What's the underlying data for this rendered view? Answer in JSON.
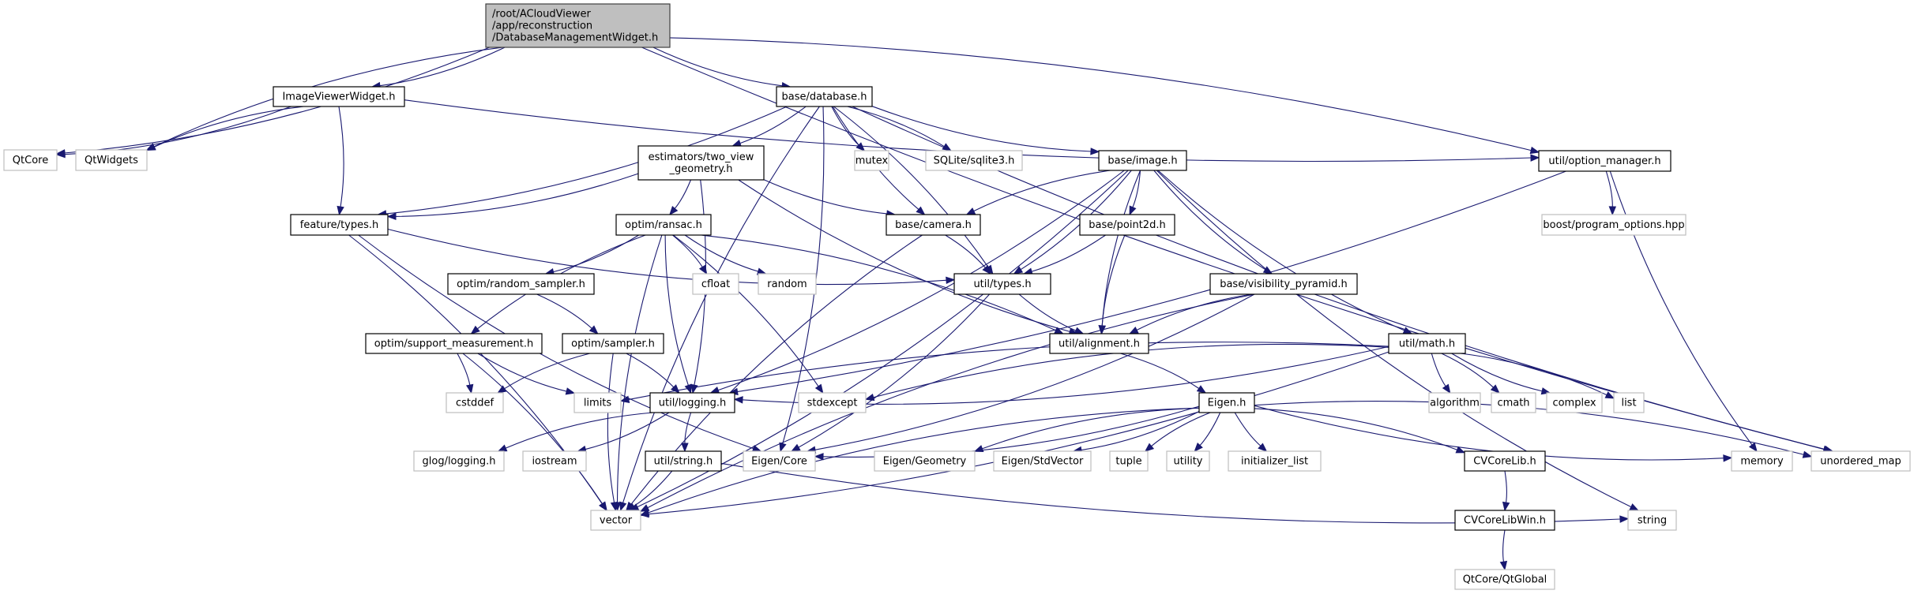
{
  "diagram": {
    "type": "include-dependency-graph",
    "colors": {
      "edge": "#191970",
      "root_fill": "#bfbfbf",
      "local_border": "#000000",
      "system_border": "#bfbfbf"
    },
    "root": "root",
    "nodes": [
      {
        "id": "root",
        "kind": "root",
        "lines": [
          "/root/ACloudViewer",
          "/app/reconstruction",
          "/DatabaseManagementWidget.h"
        ]
      },
      {
        "id": "imageviewer",
        "kind": "local",
        "lines": [
          "ImageViewerWidget.h"
        ]
      },
      {
        "id": "database",
        "kind": "local",
        "lines": [
          "base/database.h"
        ]
      },
      {
        "id": "qtcore",
        "kind": "system",
        "lines": [
          "QtCore"
        ]
      },
      {
        "id": "qtwidgets",
        "kind": "system",
        "lines": [
          "QtWidgets"
        ]
      },
      {
        "id": "twoview",
        "kind": "local",
        "lines": [
          "estimators/two_view",
          "_geometry.h"
        ]
      },
      {
        "id": "mutex",
        "kind": "system",
        "lines": [
          "mutex"
        ]
      },
      {
        "id": "sqlite",
        "kind": "system",
        "lines": [
          "SQLite/sqlite3.h"
        ]
      },
      {
        "id": "image",
        "kind": "local",
        "lines": [
          "base/image.h"
        ]
      },
      {
        "id": "optionmgr",
        "kind": "local",
        "lines": [
          "util/option_manager.h"
        ]
      },
      {
        "id": "featuretypes",
        "kind": "local",
        "lines": [
          "feature/types.h"
        ]
      },
      {
        "id": "ransac",
        "kind": "local",
        "lines": [
          "optim/ransac.h"
        ]
      },
      {
        "id": "camera",
        "kind": "local",
        "lines": [
          "base/camera.h"
        ]
      },
      {
        "id": "point2d",
        "kind": "local",
        "lines": [
          "base/point2d.h"
        ]
      },
      {
        "id": "boostpo",
        "kind": "system",
        "lines": [
          "boost/program_options.hpp"
        ]
      },
      {
        "id": "randomsampler",
        "kind": "local",
        "lines": [
          "optim/random_sampler.h"
        ]
      },
      {
        "id": "cfloat",
        "kind": "system",
        "lines": [
          "cfloat"
        ]
      },
      {
        "id": "random",
        "kind": "system",
        "lines": [
          "random"
        ]
      },
      {
        "id": "utiltypes",
        "kind": "local",
        "lines": [
          "util/types.h"
        ]
      },
      {
        "id": "vispyramid",
        "kind": "local",
        "lines": [
          "base/visibility_pyramid.h"
        ]
      },
      {
        "id": "supportmeas",
        "kind": "local",
        "lines": [
          "optim/support_measurement.h"
        ]
      },
      {
        "id": "sampler",
        "kind": "local",
        "lines": [
          "optim/sampler.h"
        ]
      },
      {
        "id": "alignment",
        "kind": "local",
        "lines": [
          "util/alignment.h"
        ]
      },
      {
        "id": "math",
        "kind": "local",
        "lines": [
          "util/math.h"
        ]
      },
      {
        "id": "cstddef",
        "kind": "system",
        "lines": [
          "cstddef"
        ]
      },
      {
        "id": "limits",
        "kind": "system",
        "lines": [
          "limits"
        ]
      },
      {
        "id": "logging",
        "kind": "local",
        "lines": [
          "util/logging.h"
        ]
      },
      {
        "id": "stdexcept",
        "kind": "system",
        "lines": [
          "stdexcept"
        ]
      },
      {
        "id": "algorithm",
        "kind": "system",
        "lines": [
          "algorithm"
        ]
      },
      {
        "id": "cmath",
        "kind": "system",
        "lines": [
          "cmath"
        ]
      },
      {
        "id": "complex",
        "kind": "system",
        "lines": [
          "complex"
        ]
      },
      {
        "id": "list",
        "kind": "system",
        "lines": [
          "list"
        ]
      },
      {
        "id": "eigen",
        "kind": "local",
        "lines": [
          "Eigen.h"
        ]
      },
      {
        "id": "glog",
        "kind": "system",
        "lines": [
          "glog/logging.h"
        ]
      },
      {
        "id": "iostream",
        "kind": "system",
        "lines": [
          "iostream"
        ]
      },
      {
        "id": "utilstring",
        "kind": "local",
        "lines": [
          "util/string.h"
        ]
      },
      {
        "id": "eigencore",
        "kind": "system",
        "lines": [
          "Eigen/Core"
        ]
      },
      {
        "id": "eigengeom",
        "kind": "system",
        "lines": [
          "Eigen/Geometry"
        ]
      },
      {
        "id": "eigenstdvec",
        "kind": "system",
        "lines": [
          "Eigen/StdVector"
        ]
      },
      {
        "id": "tuple",
        "kind": "system",
        "lines": [
          "tuple"
        ]
      },
      {
        "id": "utility",
        "kind": "system",
        "lines": [
          "utility"
        ]
      },
      {
        "id": "initlist",
        "kind": "system",
        "lines": [
          "initializer_list"
        ]
      },
      {
        "id": "cvcorelib",
        "kind": "local",
        "lines": [
          "CVCoreLib.h"
        ]
      },
      {
        "id": "memory",
        "kind": "system",
        "lines": [
          "memory"
        ]
      },
      {
        "id": "unorderedmap",
        "kind": "system",
        "lines": [
          "unordered_map"
        ]
      },
      {
        "id": "vector",
        "kind": "system",
        "lines": [
          "vector"
        ]
      },
      {
        "id": "cvcorelibwin",
        "kind": "local",
        "lines": [
          "CVCoreLibWin.h"
        ]
      },
      {
        "id": "string",
        "kind": "system",
        "lines": [
          "string"
        ]
      },
      {
        "id": "qtglobal",
        "kind": "system",
        "lines": [
          "QtCore/QtGlobal"
        ]
      }
    ],
    "edges": [
      [
        "root",
        "imageviewer"
      ],
      [
        "root",
        "database"
      ],
      [
        "root",
        "qtcore"
      ],
      [
        "root",
        "qtwidgets"
      ],
      [
        "root",
        "optionmgr"
      ],
      [
        "root",
        "unorderedmap"
      ],
      [
        "imageviewer",
        "qtcore"
      ],
      [
        "imageviewer",
        "qtwidgets"
      ],
      [
        "imageviewer",
        "featuretypes"
      ],
      [
        "imageviewer",
        "optionmgr"
      ],
      [
        "database",
        "twoview"
      ],
      [
        "database",
        "mutex"
      ],
      [
        "database",
        "sqlite"
      ],
      [
        "database",
        "image"
      ],
      [
        "database",
        "featuretypes"
      ],
      [
        "database",
        "camera"
      ],
      [
        "database",
        "utiltypes"
      ],
      [
        "database",
        "vector"
      ],
      [
        "database",
        "eigencore"
      ],
      [
        "database",
        "unorderedmap"
      ],
      [
        "twoview",
        "ransac"
      ],
      [
        "twoview",
        "camera"
      ],
      [
        "twoview",
        "featuretypes"
      ],
      [
        "twoview",
        "alignment"
      ],
      [
        "twoview",
        "logging"
      ],
      [
        "image",
        "camera"
      ],
      [
        "image",
        "point2d"
      ],
      [
        "image",
        "vispyramid"
      ],
      [
        "image",
        "utiltypes"
      ],
      [
        "image",
        "alignment"
      ],
      [
        "image",
        "logging"
      ],
      [
        "image",
        "math"
      ],
      [
        "image",
        "vector"
      ],
      [
        "image",
        "string"
      ],
      [
        "optionmgr",
        "boostpo"
      ],
      [
        "optionmgr",
        "memory"
      ],
      [
        "optionmgr",
        "logging"
      ],
      [
        "featuretypes",
        "utiltypes"
      ],
      [
        "featuretypes",
        "vector"
      ],
      [
        "featuretypes",
        "eigencore"
      ],
      [
        "ransac",
        "randomsampler"
      ],
      [
        "ransac",
        "supportmeas"
      ],
      [
        "ransac",
        "cfloat"
      ],
      [
        "ransac",
        "random"
      ],
      [
        "ransac",
        "alignment"
      ],
      [
        "ransac",
        "logging"
      ],
      [
        "ransac",
        "stdexcept"
      ],
      [
        "ransac",
        "vector"
      ],
      [
        "camera",
        "utiltypes"
      ],
      [
        "camera",
        "vector"
      ],
      [
        "point2d",
        "utiltypes"
      ],
      [
        "point2d",
        "alignment"
      ],
      [
        "randomsampler",
        "sampler"
      ],
      [
        "utiltypes",
        "alignment"
      ],
      [
        "utiltypes",
        "eigencore"
      ],
      [
        "vispyramid",
        "alignment"
      ],
      [
        "vispyramid",
        "eigencore"
      ],
      [
        "vispyramid",
        "vector"
      ],
      [
        "supportmeas",
        "cstddef"
      ],
      [
        "supportmeas",
        "limits"
      ],
      [
        "supportmeas",
        "vector"
      ],
      [
        "sampler",
        "cstddef"
      ],
      [
        "sampler",
        "logging"
      ],
      [
        "sampler",
        "vector"
      ],
      [
        "alignment",
        "eigen"
      ],
      [
        "math",
        "algorithm"
      ],
      [
        "math",
        "cmath"
      ],
      [
        "math",
        "complex"
      ],
      [
        "math",
        "list"
      ],
      [
        "math",
        "limits"
      ],
      [
        "math",
        "logging"
      ],
      [
        "math",
        "stdexcept"
      ],
      [
        "math",
        "vector"
      ],
      [
        "logging",
        "glog"
      ],
      [
        "logging",
        "iostream"
      ],
      [
        "logging",
        "utilstring"
      ],
      [
        "eigen",
        "eigencore"
      ],
      [
        "eigen",
        "eigengeom"
      ],
      [
        "eigen",
        "eigenstdvec"
      ],
      [
        "eigen",
        "tuple"
      ],
      [
        "eigen",
        "utility"
      ],
      [
        "eigen",
        "initlist"
      ],
      [
        "eigen",
        "cvcorelib"
      ],
      [
        "eigen",
        "memory"
      ],
      [
        "eigen",
        "unorderedmap"
      ],
      [
        "eigen",
        "vector"
      ],
      [
        "utilstring",
        "vector"
      ],
      [
        "utilstring",
        "string"
      ],
      [
        "cvcorelib",
        "cvcorelibwin"
      ],
      [
        "cvcorelibwin",
        "qtglobal"
      ]
    ]
  }
}
